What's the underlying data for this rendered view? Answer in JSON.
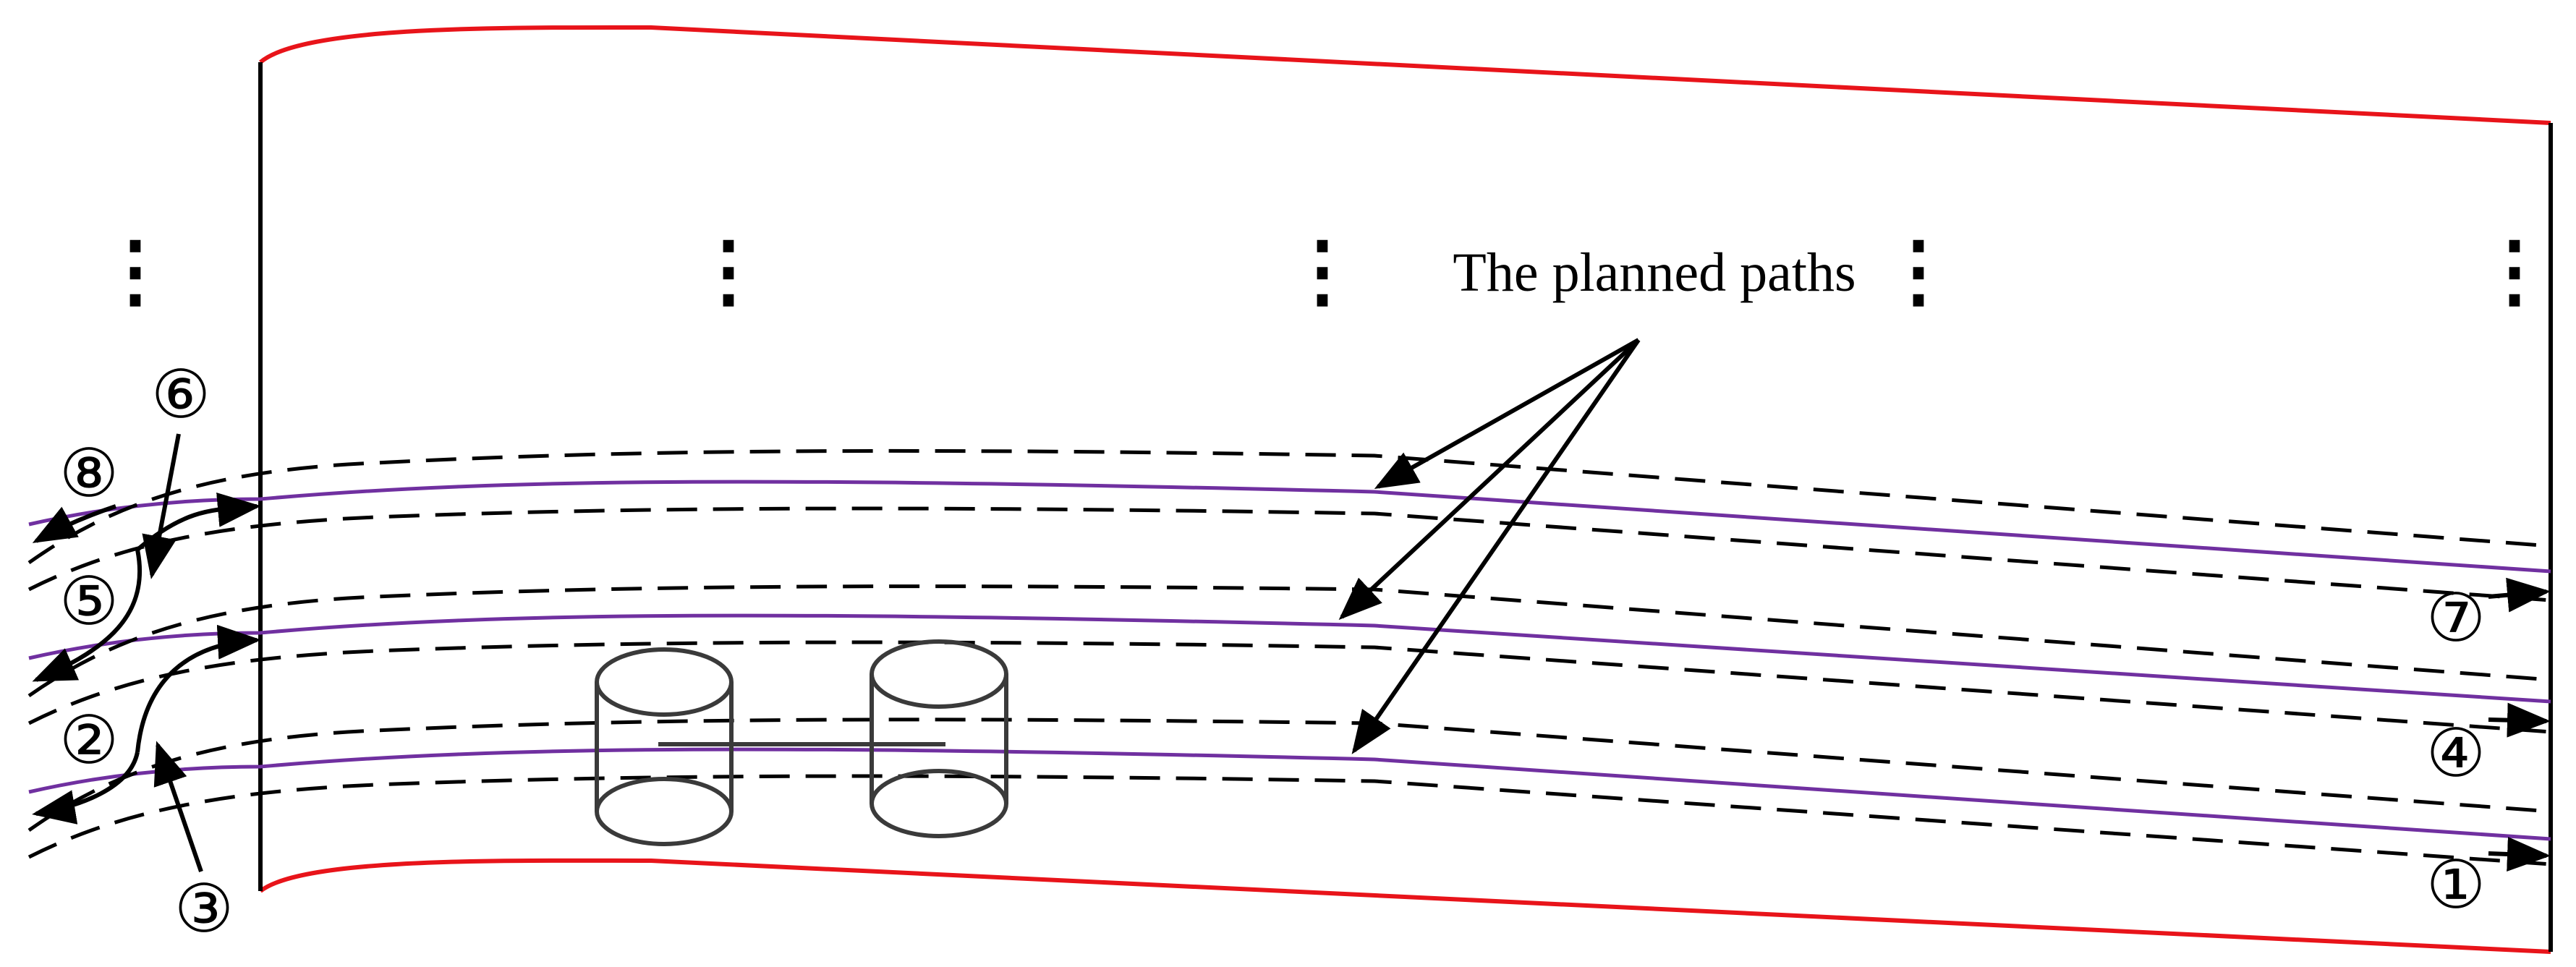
{
  "annotation": "The planned paths",
  "path_labels": {
    "l1": "①",
    "l2": "②",
    "l3": "③",
    "l4": "④",
    "l5": "⑤",
    "l6": "⑥",
    "l7": "⑦",
    "l8": "⑧"
  },
  "continuation_marker": "⋮",
  "colors": {
    "boundary": "#e8141a",
    "planned_path": "#7030a0",
    "lines": "#000000",
    "obstacle": "#3a3a3a"
  }
}
